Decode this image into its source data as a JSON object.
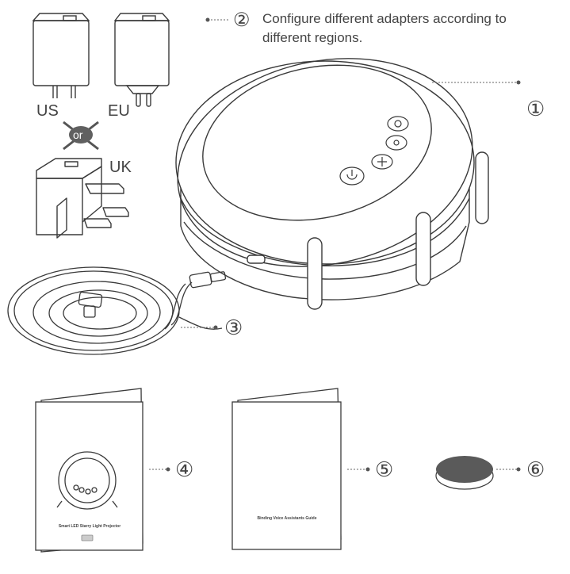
{
  "callouts": {
    "c1": "①",
    "c2": "②",
    "c2_text_line1": "Configure different adapters according to",
    "c2_text_line2": "different regions.",
    "c3": "③",
    "c4": "④",
    "c5": "⑤",
    "c6": "⑥"
  },
  "adapters": {
    "us": "US",
    "eu": "EU",
    "or": "or",
    "uk": "UK"
  },
  "manual": {
    "title": "Smart LED Starry Light Projector"
  },
  "guide": {
    "title": "Binding Voice Assistants Guide"
  },
  "colors": {
    "line": "#3a3a3a",
    "callout": "#555555",
    "or_badge": "#606060",
    "pad": "#5a5a5a"
  }
}
